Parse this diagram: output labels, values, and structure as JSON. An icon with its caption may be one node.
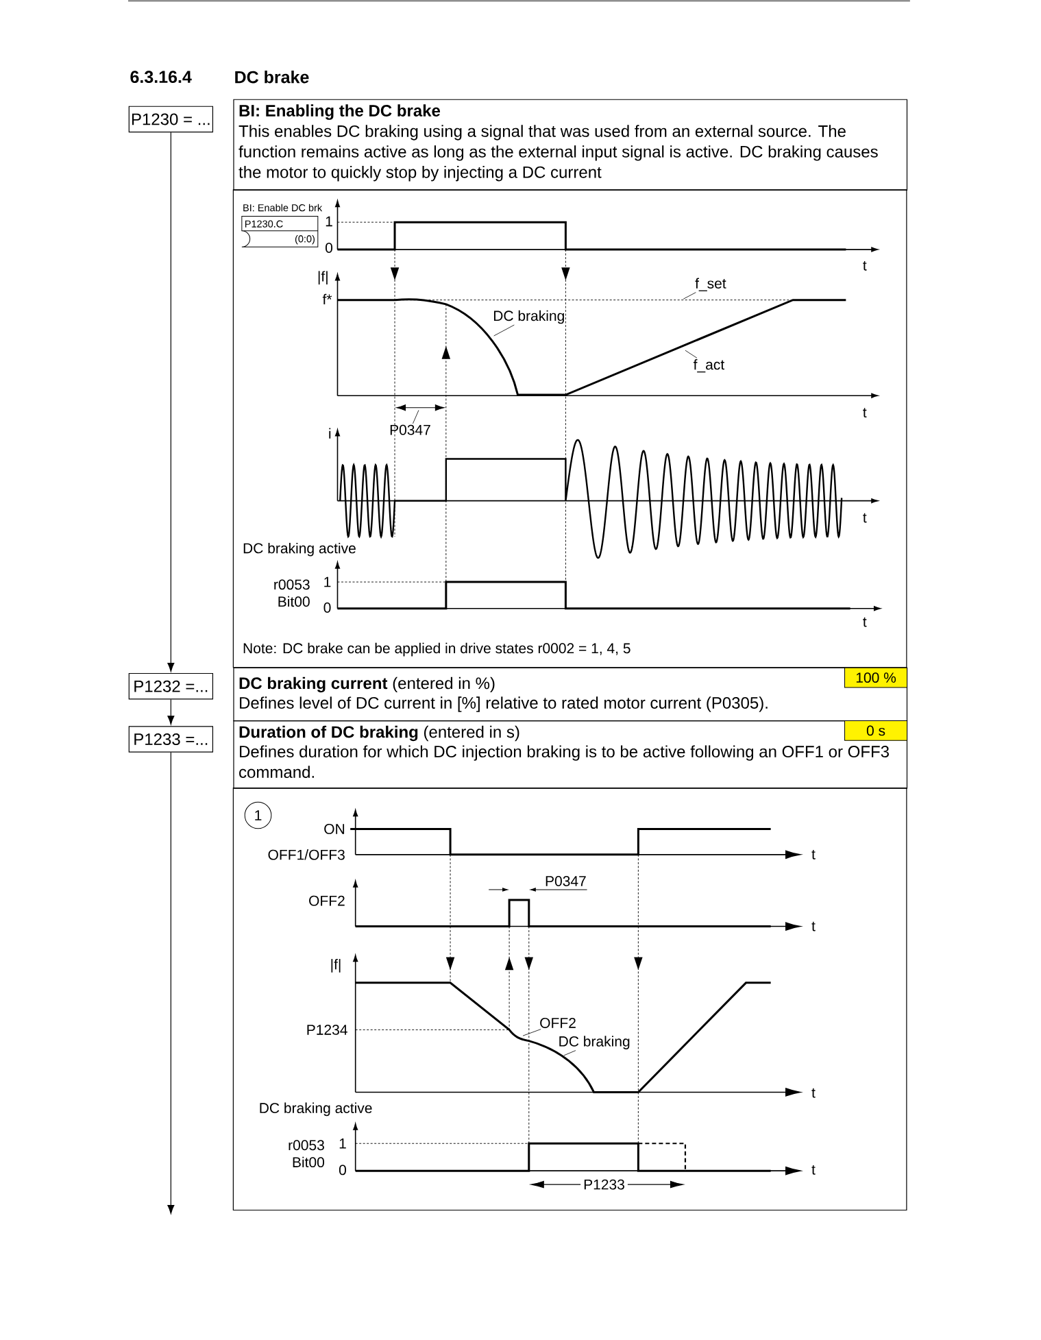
{
  "diagram": {
    "title": "DC brake",
    "nodes": [
      {
        "text": [
          "P1230 = ..."
        ]
      },
      {
        "text": [
          "BI: Enabling the DC brake",
          "This enables DC braking using a signal that was used from an external source. The function remains active as long as the external input signal is active. DC braking causes the motor to quickly stop by injecting a DC current"
        ]
      },
      {
        "text": [
          "P1230.C",
          "(0:0)"
        ]
      },
      {
        "text": [
          "f_set"
        ]
      },
      {
        "text": [
          "DC braking"
        ]
      },
      {
        "text": [
          "f_act"
        ]
      },
      {
        "text": [
          "P0347"
        ]
      },
      {
        "text": [
          "P1232 =..."
        ]
      },
      {
        "text": [
          "**DC braking current** (entered in %)",
          "Defines level of DC current in [%] relative to rated motor current (P0305)."
        ]
      },
      {
        "text": [
          "100 %"
        ],
        "in": 8
      },
      {
        "text": [
          "P1233 =..."
        ]
      },
      {
        "text": [
          "**Duration of DC braking** (entered in s)",
          "Defines duration for which DC injection braking is to be active following an OFF1 or OFF3 command."
        ]
      },
      {
        "text": [
          "0 s"
        ],
        "in": 11
      },
      {
        "text": [
          "1"
        ]
      },
      {
        "text": [
          "OFF2"
        ]
      },
      {
        "text": [
          "DC braking"
        ]
      },
      {
        "text": [],
        "shape": "line"
      }
    ],
    "edges": [
      {
        "from": 0,
        "to": 7,
        "arrow": "to"
      },
      {
        "from": 7,
        "to": 10,
        "arrow": "to"
      },
      {
        "from": 10,
        "to": null,
        "arrow": "to"
      },
      {
        "from": 3,
        "to": 16,
        "arrow": "none"
      },
      {
        "from": 4,
        "to": null,
        "arrow": "none"
      },
      {
        "from": 5,
        "to": null,
        "arrow": "none"
      },
      {
        "from": 6,
        "to": null,
        "arrow": "none"
      },
      {
        "from": 14,
        "to": null,
        "arrow": "none"
      },
      {
        "from": 15,
        "to": null,
        "arrow": "none"
      }
    ],
    "labels": [
      "6.3.16.4",
      "BI: Enable DC brk",
      "1",
      "0",
      "t",
      "|f|",
      "f*",
      "t",
      "i",
      "t",
      "DC braking active",
      "r0053 Bit00",
      "1",
      "0",
      "t",
      "Note: DC brake can be applied in drive states r0002 = 1, 4, 5",
      "ON",
      "OFF1/OFF3",
      "t",
      "P0347",
      "OFF2",
      "t",
      "|f|",
      "P1234",
      "t",
      "DC braking active",
      "r0053 Bit00",
      "1",
      "0",
      "t",
      "P1233"
    ]
  }
}
